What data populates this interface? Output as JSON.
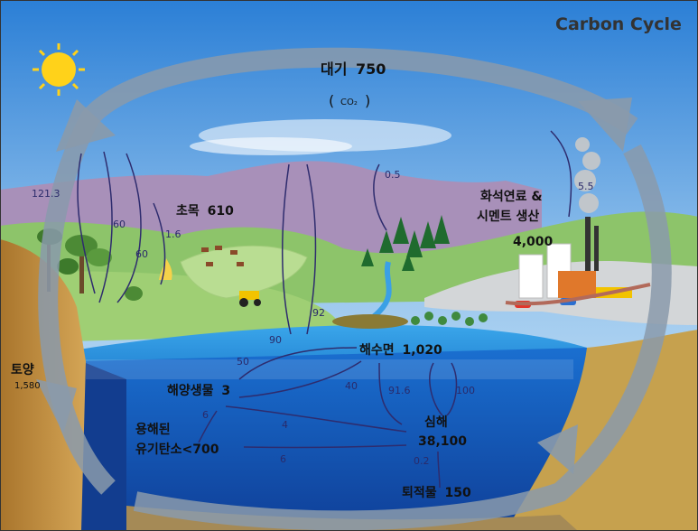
{
  "title": "Carbon Cycle",
  "reservoirs": {
    "atmosphere": {
      "name": "대기",
      "value": "750",
      "formula": "CO₂"
    },
    "vegetation": {
      "name": "초목",
      "value": "610"
    },
    "fossil": {
      "name_line1": "화석연료 &",
      "name_line2": "시멘트 생산",
      "value": "4,000"
    },
    "soil": {
      "name": "토양",
      "value": "1,580"
    },
    "surface_ocean": {
      "name": "해수면",
      "value": "1,020"
    },
    "marine_biota": {
      "name": "해양생물",
      "value": "3"
    },
    "doc": {
      "name_line1": "용해된",
      "name_line2": "유기탄소",
      "value": "<700"
    },
    "deep_ocean": {
      "name": "심해",
      "value": "38,100"
    },
    "sediments": {
      "name": "퇴적물",
      "value": "150"
    }
  },
  "flows": {
    "f121": "121.3",
    "f60a": "60",
    "f60b": "60",
    "f1_6": "1.6",
    "f0_5": "0.5",
    "f5_5": "5.5",
    "f90": "90",
    "f92": "92",
    "f50": "50",
    "f40": "40",
    "f91_6": "91.6",
    "f100": "100",
    "f6a": "6",
    "f4": "4",
    "f6b": "6",
    "f0_2": "0.2"
  },
  "colors": {
    "sky_top": "#2b7fd6",
    "sky_bottom": "#cfe6f7",
    "ocean": "#1e8fdc",
    "ocean_deep": "#1248a8",
    "grass": "#8fc26a",
    "mountain": "#a98fb8",
    "soil": "#b88a3e",
    "arrow": "#8a9aab",
    "flow_line": "#2e2c6e"
  }
}
